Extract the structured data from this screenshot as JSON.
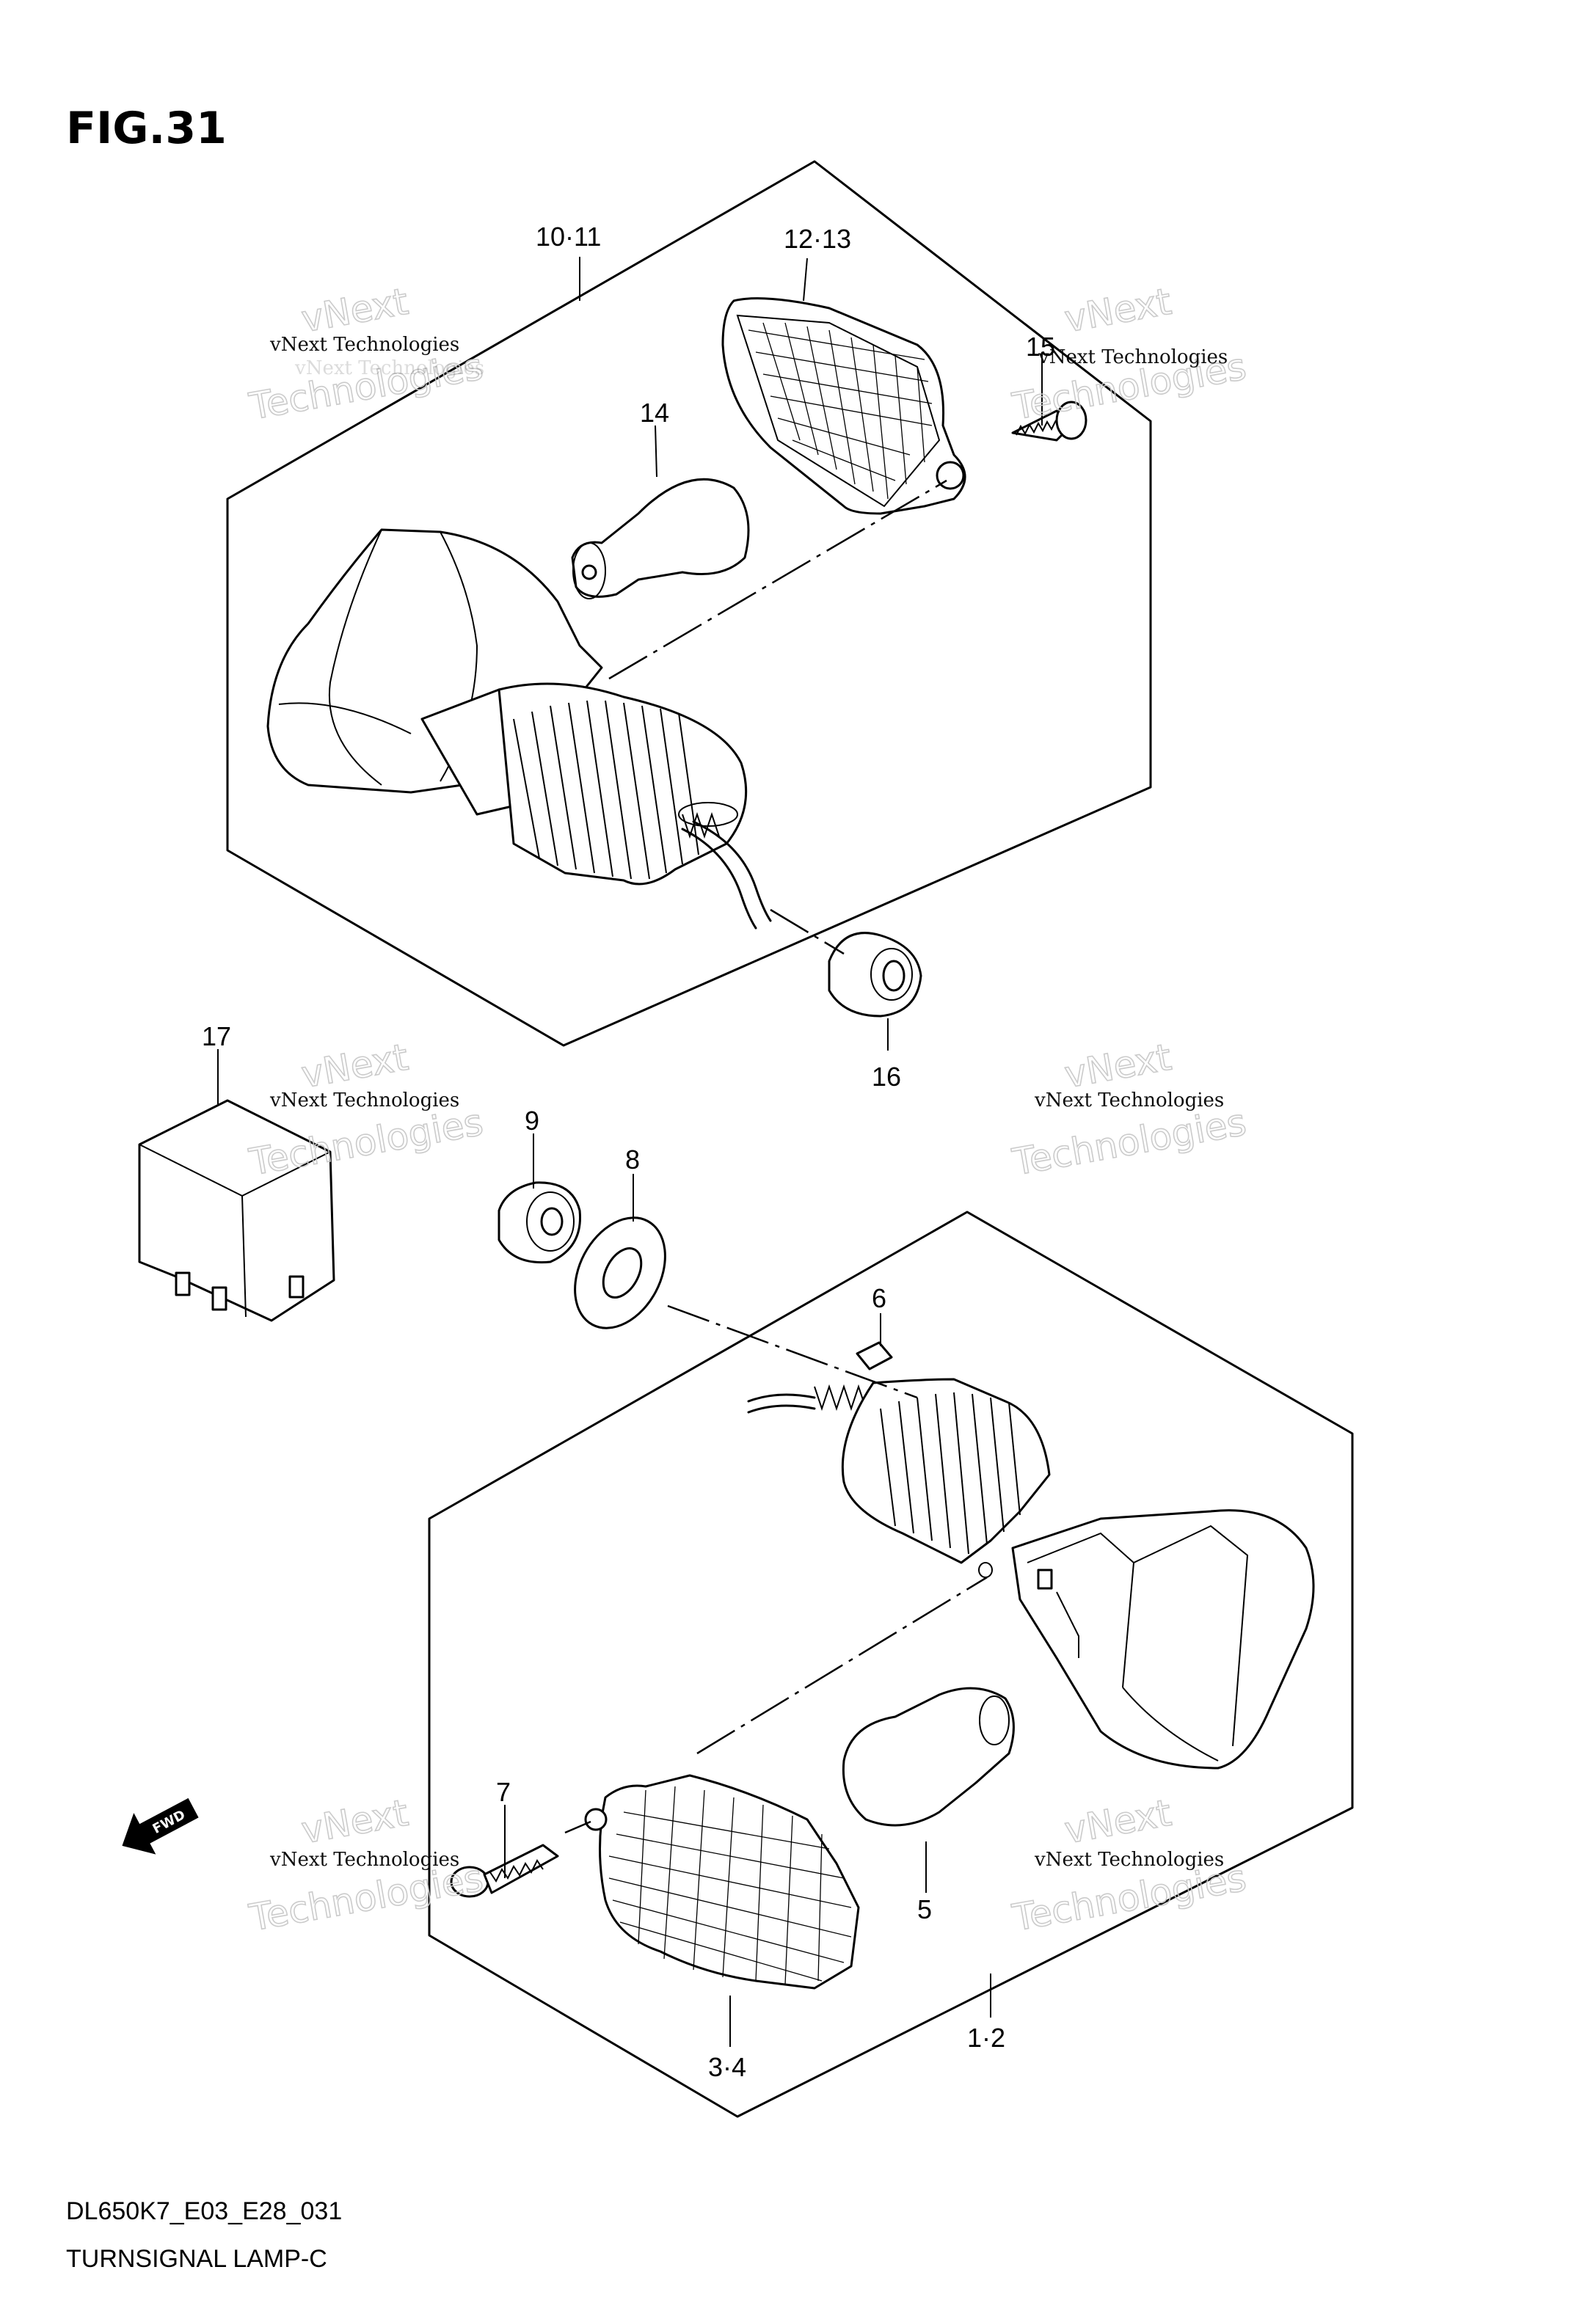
{
  "figure": {
    "title": "FIG.31",
    "model_code": "DL650K7_E03_E28_031",
    "name": "TURNSIGNAL LAMP-C"
  },
  "callouts": [
    {
      "id": "c-10-11",
      "text": "10·11"
    },
    {
      "id": "c-12-13",
      "text": "12·13"
    },
    {
      "id": "c-15",
      "text": "15"
    },
    {
      "id": "c-14",
      "text": "14"
    },
    {
      "id": "c-16",
      "text": "16"
    },
    {
      "id": "c-17",
      "text": "17"
    },
    {
      "id": "c-9",
      "text": "9"
    },
    {
      "id": "c-8",
      "text": "8"
    },
    {
      "id": "c-6",
      "text": "6"
    },
    {
      "id": "c-7",
      "text": "7"
    },
    {
      "id": "c-5",
      "text": "5"
    },
    {
      "id": "c-3-4",
      "text": "3·4"
    },
    {
      "id": "c-1-2",
      "text": "1·2"
    }
  ],
  "fwd_label": "FWD",
  "watermark": {
    "line1": "vNext",
    "line2": "Technologies",
    "small": "vNext Technologies"
  }
}
